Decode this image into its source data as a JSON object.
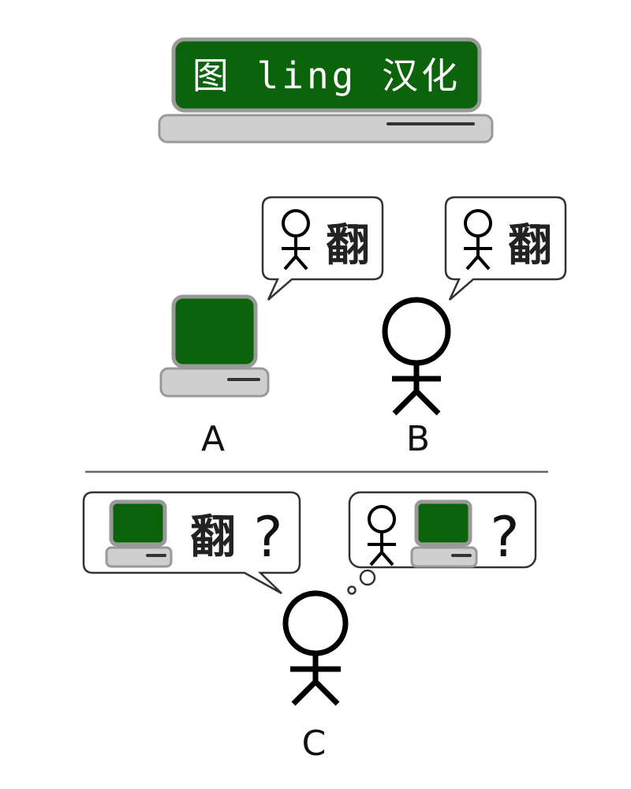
{
  "title_display": {
    "text": "图 ling 汉化"
  },
  "participants": [
    {
      "label": "A",
      "role": "computer",
      "speech": "翻"
    },
    {
      "label": "B",
      "role": "human",
      "speech": "翻"
    },
    {
      "label": "C",
      "role": "interrogator",
      "speech": "翻",
      "question_mark": "?",
      "thought_question_mark": "?"
    }
  ],
  "colors": {
    "screen": "#0b640b",
    "frame": "#999999",
    "base": "#cfcfcf"
  }
}
